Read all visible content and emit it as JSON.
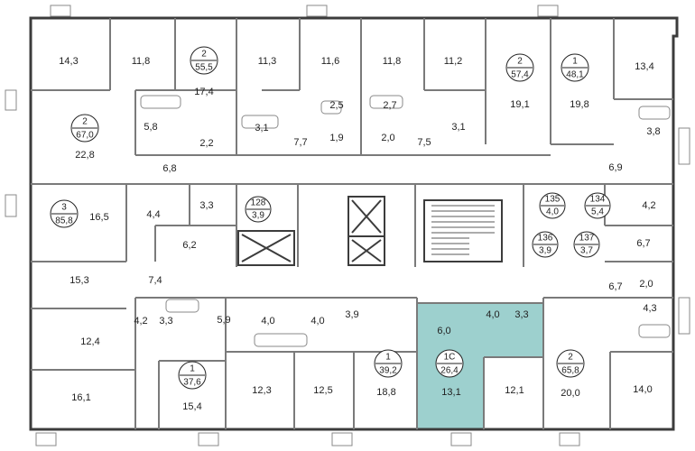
{
  "colors": {
    "highlight_fill": "#9dd0ce",
    "outer_wall": "#3c3c3c",
    "inner_wall": "#777777",
    "background": "#ffffff"
  },
  "apartments": [
    {
      "id": "apt-2-67",
      "rooms": "2",
      "area": "67,0"
    },
    {
      "id": "apt-3-85",
      "rooms": "3",
      "area": "85,8"
    },
    {
      "id": "apt-2-55",
      "rooms": "2",
      "area": "55,5"
    },
    {
      "id": "apt-2-57",
      "rooms": "2",
      "area": "57,4"
    },
    {
      "id": "apt-1-48",
      "rooms": "1",
      "area": "48,1"
    },
    {
      "id": "apt-1-39",
      "rooms": "1",
      "area": "39,2"
    },
    {
      "id": "apt-1c-26",
      "rooms": "1С",
      "area": "26,4",
      "highlighted": true
    },
    {
      "id": "apt-2-65",
      "rooms": "2",
      "area": "65,8"
    },
    {
      "id": "apt-1-37",
      "rooms": "1",
      "area": "37,6"
    }
  ],
  "storage_units": [
    {
      "id": "storage-128",
      "number": "128",
      "area": "3,9"
    },
    {
      "id": "storage-135",
      "number": "135",
      "area": "4,0"
    },
    {
      "id": "storage-134",
      "number": "134",
      "area": "5,4"
    },
    {
      "id": "storage-136",
      "number": "136",
      "area": "3,9"
    },
    {
      "id": "storage-137",
      "number": "137",
      "area": "3,7"
    }
  ],
  "room_areas": [
    "14,3",
    "11,8",
    "17,4",
    "11,3",
    "11,6",
    "11,8",
    "11,2",
    "19,1",
    "19,8",
    "13,4",
    "22,8",
    "5,8",
    "2,2",
    "3,1",
    "2,5",
    "7,7",
    "1,9",
    "2,7",
    "2,0",
    "7,5",
    "3,1",
    "3,8",
    "6,8",
    "6,9",
    "16,5",
    "4,4",
    "3,3",
    "4,2",
    "6,2",
    "6,7",
    "15,3",
    "7,4",
    "6,7",
    "2,0",
    "4,3",
    "12,4",
    "4,2",
    "3,3",
    "5,9",
    "4,0",
    "4,0",
    "3,9",
    "6,0",
    "4,0",
    "3,3",
    "16,1",
    "15,4",
    "12,3",
    "12,5",
    "18,8",
    "13,1",
    "12,1",
    "20,0",
    "14,0"
  ]
}
